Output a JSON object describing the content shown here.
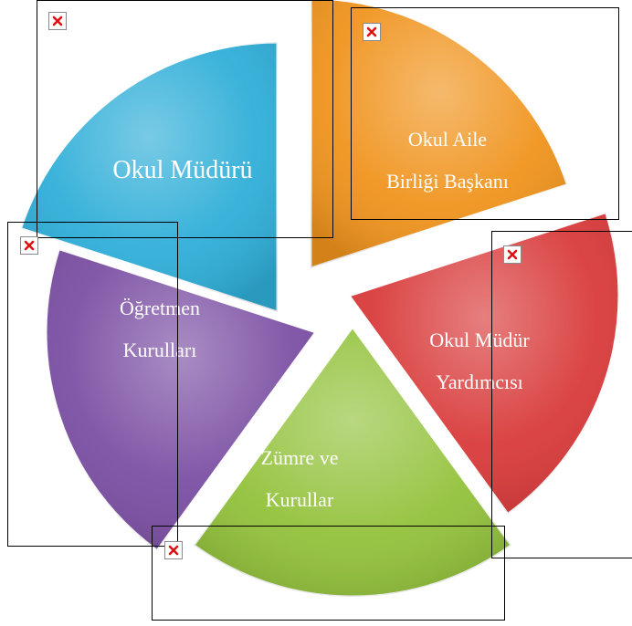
{
  "diagram": {
    "segments": [
      {
        "id": "okul-muduru",
        "lines": [
          "Okul Müdürü"
        ],
        "color": "#f0941e"
      },
      {
        "id": "okul-aile-birligi",
        "lines": [
          "Okul Aile",
          "Birliği Başkanı"
        ],
        "color": "#d93a3a"
      },
      {
        "id": "okul-mudur-yardimcisi",
        "lines": [
          "Okul Müdür",
          "Yardımcısı"
        ],
        "color": "#93c23c"
      },
      {
        "id": "zumre-ve-kurullar",
        "lines": [
          "Zümre ve",
          "Kurullar"
        ],
        "color": "#7b4fa3"
      },
      {
        "id": "ogretmen-kurullari",
        "lines": [
          "Öğretmen",
          "Kurulları"
        ],
        "color": "#2faed8"
      }
    ]
  },
  "broken_images": [
    {
      "id": "top-left",
      "icon": "broken-image-icon"
    },
    {
      "id": "top-right",
      "icon": "broken-image-icon"
    },
    {
      "id": "left",
      "icon": "broken-image-icon"
    },
    {
      "id": "right",
      "icon": "broken-image-icon"
    },
    {
      "id": "bottom",
      "icon": "broken-image-icon"
    }
  ]
}
